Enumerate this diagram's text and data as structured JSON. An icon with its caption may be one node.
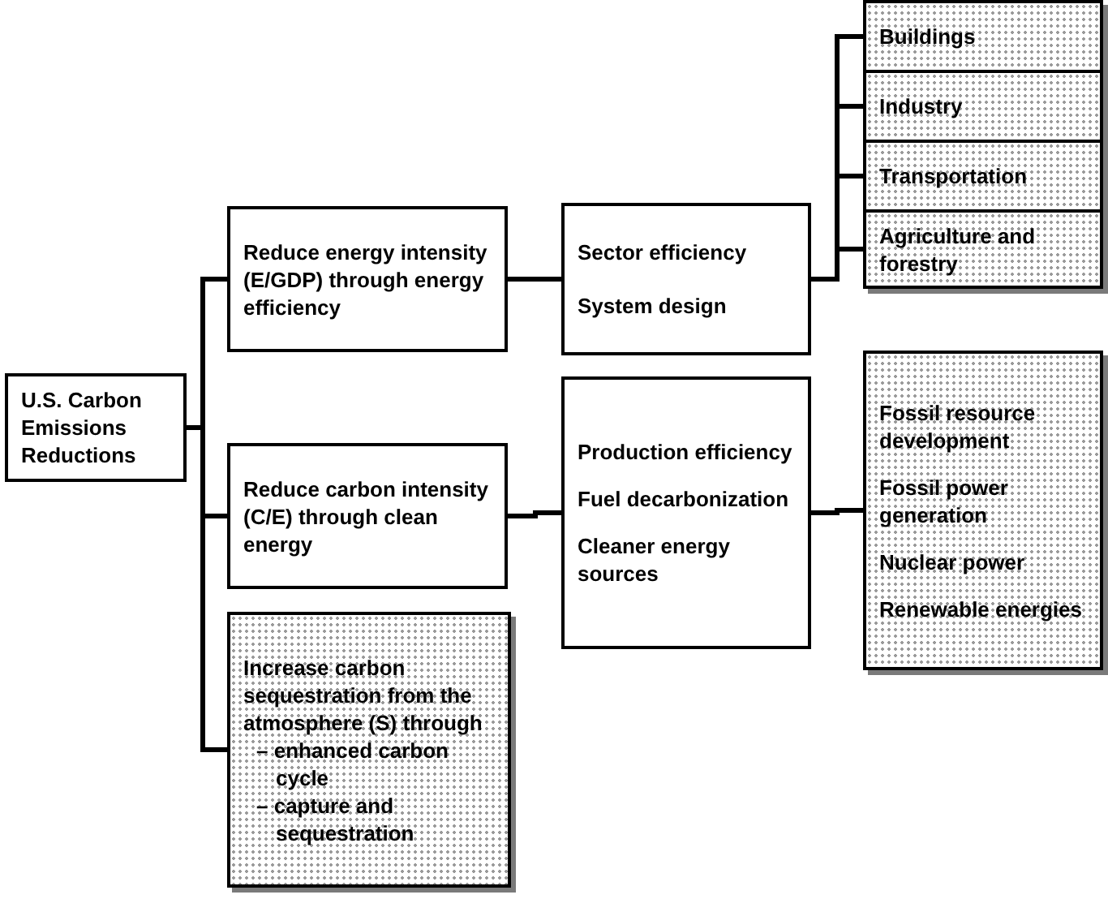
{
  "diagram": {
    "nodes": [
      {
        "text": [
          "U.S. Carbon Emissions Reductions"
        ]
      },
      {
        "text": [
          "Reduce energy intensity (E/GDP) through energy efficiency"
        ]
      },
      {
        "text": [
          "Reduce carbon intensity (C/E) through clean energy"
        ]
      },
      {
        "text": [
          "Increase carbon sequestration from the atmosphere (S) through",
          "– enhanced carbon cycle",
          "– capture and sequestration"
        ]
      },
      {
        "text": [
          "Sector efficiency",
          "System design"
        ]
      },
      {
        "text": [
          "Production efficiency",
          "Fuel decarbonization",
          "Cleaner energy sources"
        ]
      },
      {
        "text": [
          "Buildings"
        ]
      },
      {
        "text": [
          "Industry"
        ]
      },
      {
        "text": [
          "Transportation"
        ]
      },
      {
        "text": [
          "Agriculture and forestry"
        ]
      },
      {
        "text": [
          "Fossil resource development",
          "Fossil power generation",
          "Nuclear power",
          "Renewable energies"
        ]
      }
    ],
    "edges": [
      {
        "from": 0,
        "to": 1,
        "arrow": "none"
      },
      {
        "from": 0,
        "to": 2,
        "arrow": "none"
      },
      {
        "from": 0,
        "to": 3,
        "arrow": "none"
      },
      {
        "from": 1,
        "to": 4,
        "arrow": "none"
      },
      {
        "from": 2,
        "to": 5,
        "arrow": "none"
      },
      {
        "from": 4,
        "to": 6,
        "arrow": "none"
      },
      {
        "from": 4,
        "to": 7,
        "arrow": "none"
      },
      {
        "from": 4,
        "to": 8,
        "arrow": "none"
      },
      {
        "from": 4,
        "to": 9,
        "arrow": "none"
      },
      {
        "from": 5,
        "to": 10,
        "arrow": "none"
      }
    ]
  }
}
